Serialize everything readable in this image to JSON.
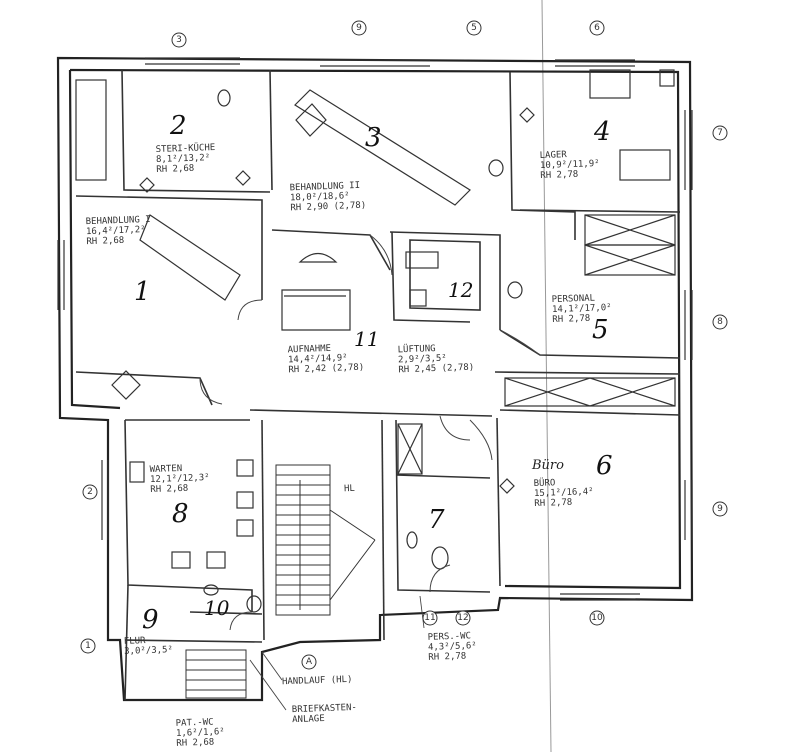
{
  "plan": {
    "rooms": [
      {
        "num": "1",
        "lines": [
          "BEHANDLUNG I",
          "16,4²/17,2²",
          "RH 2,68"
        ]
      },
      {
        "num": "2",
        "lines": [
          "STERI-KÜCHE",
          "8,1²/13,2²",
          "RH 2,68"
        ]
      },
      {
        "num": "3",
        "lines": [
          "BEHANDLUNG II",
          "18,0²/18,6²",
          "RH 2,90 (2,78)"
        ]
      },
      {
        "num": "4",
        "lines": [
          "LAGER",
          "10,9²/11,9²",
          "RH 2,78"
        ]
      },
      {
        "num": "5",
        "lines": [
          "PERSONAL",
          "14,1²/17,0²",
          "RH 2,78"
        ]
      },
      {
        "num": "6",
        "lines": [
          "BÜRO",
          "15,1²/16,4²",
          "RH 2,78"
        ]
      },
      {
        "num": "7",
        "lines": [
          "PERS.-WC",
          "4,3²/5,6²",
          "RH 2,78"
        ]
      },
      {
        "num": "8",
        "lines": [
          "WARTEN",
          "12,1²/12,3²",
          "RH 2,68"
        ]
      },
      {
        "num": "9",
        "lines": [
          "FLUR",
          "3,0²/3,5²"
        ]
      },
      {
        "num": "10",
        "lines": [
          "PAT.-WC",
          "1,6²/1,6²",
          "RH 2,68"
        ]
      },
      {
        "num": "11",
        "lines": [
          "AUFNAHME",
          "14,4²/14,9²",
          "RH 2,42 (2,78)"
        ]
      },
      {
        "num": "12",
        "lines": [
          "LÜFTUNG",
          "2,9²/3,5²",
          "RH 2,45 (2,78)"
        ]
      }
    ],
    "annotations": {
      "office_handwritten": "Büro",
      "handlauf": "HANDLAUF (HL)",
      "hl": "HL",
      "briefkasten": [
        "BRIEFKASTEN-",
        "ANLAGE"
      ]
    },
    "axis_markers": [
      "3",
      "9",
      "5",
      "6",
      "7",
      "8",
      "9",
      "10",
      "11",
      "12",
      "A",
      "2",
      "1"
    ]
  }
}
